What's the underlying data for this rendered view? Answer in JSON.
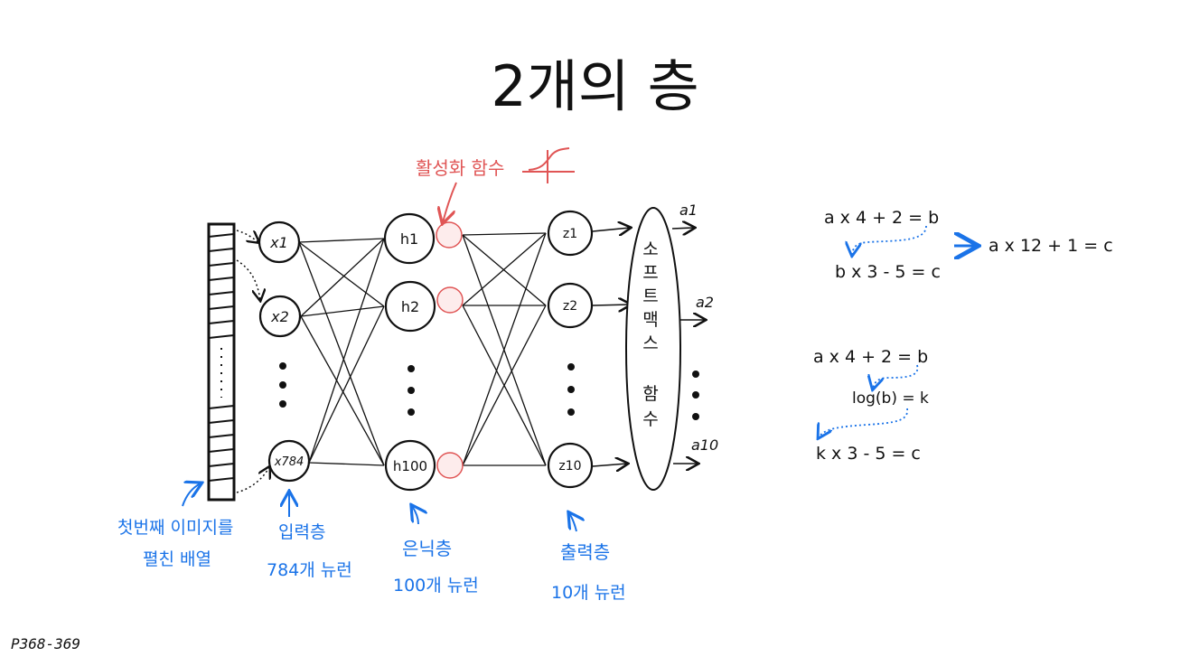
{
  "title": "2개의 층",
  "page_ref": "P368-369",
  "colors": {
    "ink": "#111111",
    "blue": "#1a73e8",
    "red": "#e05555"
  },
  "input_layer": {
    "nodes": [
      "x1",
      "x2",
      "x784"
    ],
    "label": "입력층",
    "count": "784개 뉴런"
  },
  "hidden_layer": {
    "nodes": [
      "h1",
      "h2",
      "h100"
    ],
    "label": "은닉층",
    "count": "100개 뉴런"
  },
  "output_layer": {
    "nodes": [
      "z1",
      "z2",
      "z10"
    ],
    "label": "출력층",
    "count": "10개 뉴런"
  },
  "outputs": [
    "a1",
    "a2",
    "a10"
  ],
  "activation_label": "활성화 함수",
  "softmax_label": [
    "소",
    "프",
    "트",
    "맥",
    "스",
    "함",
    "수"
  ],
  "flatten_label": [
    "첫번째 이미지를",
    "펼친 배열"
  ],
  "example1": {
    "line1": "a x 4 + 2 = b",
    "line2": "b x 3 - 5 = c",
    "result": "a x 12 + 1 = c"
  },
  "example2": {
    "line1": "a x 4 + 2 = b",
    "line2": "log(b) = k",
    "line3": "k x 3 - 5 = c"
  }
}
